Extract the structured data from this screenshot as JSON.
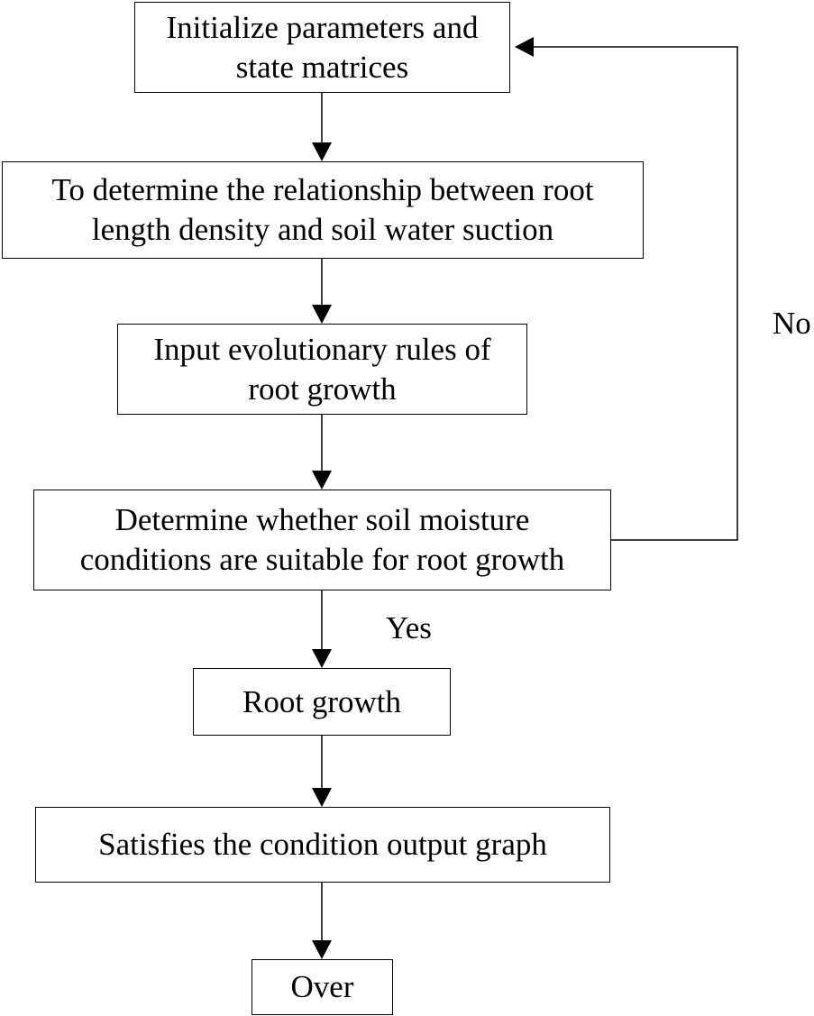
{
  "nodes": {
    "init": {
      "line1": "Initialize parameters and",
      "line2": "state matrices"
    },
    "relationship": {
      "line1": "To determine the relationship between root",
      "line2": "length density and soil water suction"
    },
    "rules": {
      "line1": "Input evolutionary rules of",
      "line2": "root growth"
    },
    "decision": {
      "line1": "Determine whether soil moisture",
      "line2": "conditions are suitable for root growth"
    },
    "growth": {
      "line1": "Root growth"
    },
    "output": {
      "line1": "Satisfies the condition output graph"
    },
    "over": {
      "line1": "Over"
    }
  },
  "edge_labels": {
    "yes": "Yes",
    "no": "No"
  },
  "colors": {
    "line": "#000000",
    "box_fill": "#ffffff",
    "background": "#ffffff"
  }
}
